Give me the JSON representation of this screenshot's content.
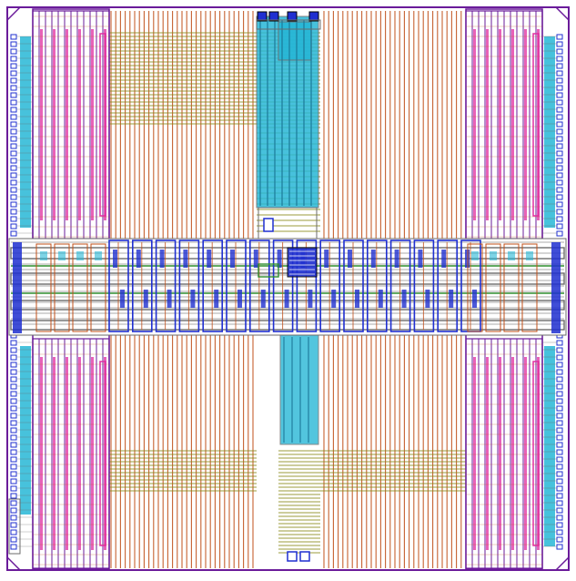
{
  "layout": {
    "description_labels": [],
    "colors": {
      "background": "#ffffff",
      "boundary": "#6a1b9a",
      "metal_orange": "#c0501a",
      "metal_olive": "#8a8a1a",
      "poly_blue": "#1f2fd0",
      "diffusion_cyan": "#27b7d6",
      "well_magenta": "#e02ea0",
      "contact_dark": "#333333",
      "guard_green": "#2f8f2f",
      "outline_gray": "#6b6b6b"
    },
    "regions": [
      {
        "name": "top-left-memory-array",
        "kind": "array"
      },
      {
        "name": "top-right-memory-array",
        "kind": "array"
      },
      {
        "name": "bottom-left-memory-array",
        "kind": "array"
      },
      {
        "name": "bottom-right-memory-array",
        "kind": "array"
      },
      {
        "name": "top-decoder-column",
        "kind": "decoder"
      },
      {
        "name": "bottom-decoder-column",
        "kind": "decoder"
      },
      {
        "name": "central-control-band",
        "kind": "control"
      },
      {
        "name": "left-io-pad-column",
        "kind": "io"
      },
      {
        "name": "right-io-pad-column",
        "kind": "io"
      }
    ]
  }
}
